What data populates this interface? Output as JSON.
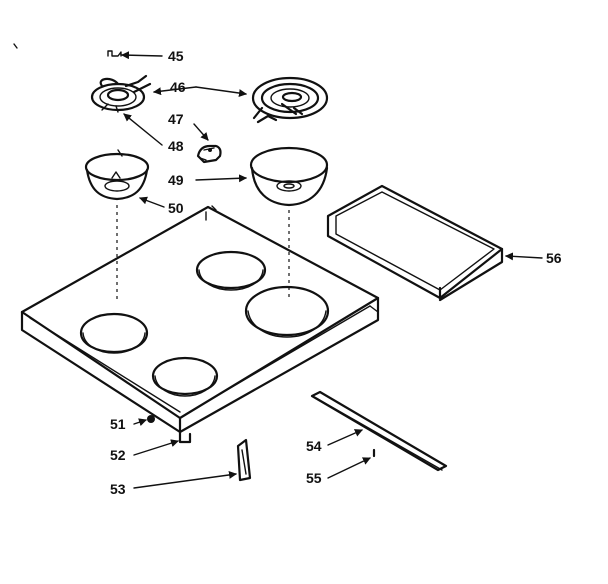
{
  "callouts": [
    {
      "id": "45",
      "label": "45"
    },
    {
      "id": "46",
      "label": "46"
    },
    {
      "id": "47",
      "label": "47"
    },
    {
      "id": "48",
      "label": "48"
    },
    {
      "id": "49",
      "label": "49"
    },
    {
      "id": "50",
      "label": "50"
    },
    {
      "id": "51",
      "label": "51"
    },
    {
      "id": "52",
      "label": "52"
    },
    {
      "id": "53",
      "label": "53"
    },
    {
      "id": "54",
      "label": "54"
    },
    {
      "id": "55",
      "label": "55"
    },
    {
      "id": "56",
      "label": "56"
    }
  ]
}
